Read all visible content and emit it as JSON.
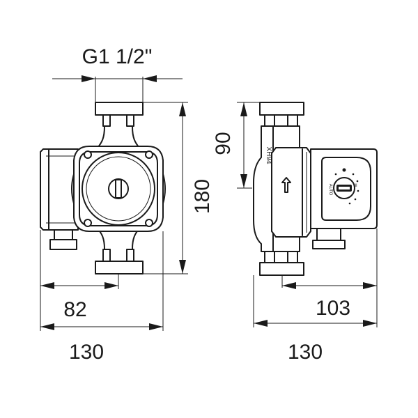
{
  "dimensions": {
    "thread": "G1 1/2\"",
    "height_total": "180",
    "front_depth": "82",
    "front_width": "130",
    "side_height": "90",
    "side_depth": "103",
    "side_width": "130"
  },
  "markings": {
    "model": "XH94",
    "auto_label": "AUTO",
    "knob_roman": "II"
  }
}
